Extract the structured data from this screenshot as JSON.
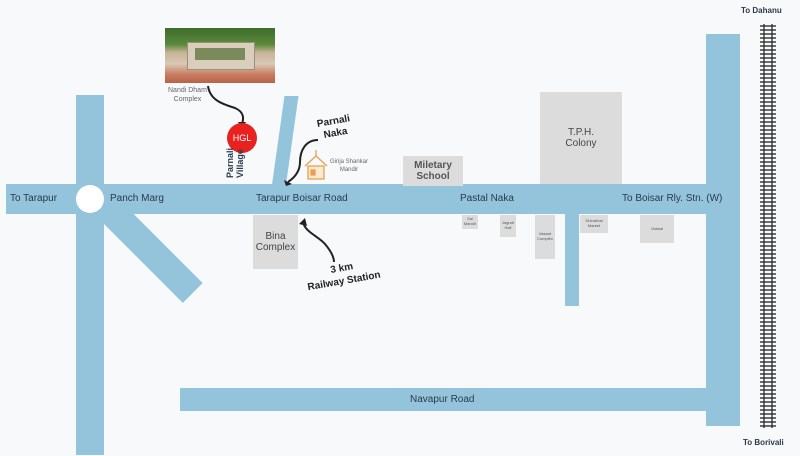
{
  "map": {
    "roads": {
      "main_road": "Tarapur Boisar Road",
      "navapur_road": "Navapur Road",
      "to_tarapur": "To Tarapur",
      "panch_marg": "Panch Marg",
      "to_boisar_station": "To Boisar Rly. Stn. (W)",
      "pastal_naka": "Pastal Naka"
    },
    "railway": {
      "to_north": "To Dahanu",
      "to_south": "To Borivali"
    },
    "project": {
      "marker_label": "HGL",
      "marker_color": "#e8221f",
      "village_line1": "Parnali",
      "village_line2": "Village"
    },
    "landmarks": {
      "nandi_dham": [
        "Nandi Dham",
        "Complex"
      ],
      "parnali_naka": [
        "Parnali",
        "Naka"
      ],
      "girija_shankar": [
        "Girija Shankar",
        "Mandir"
      ],
      "military_school": [
        "Miletary",
        "School"
      ],
      "tph_colony": [
        "T.P.H.",
        "Colony"
      ],
      "bina_complex": [
        "Bina",
        "Complex"
      ],
      "railway_station": [
        "3 km",
        "Railway Station"
      ],
      "small_1": [
        "Sai",
        "Mandir"
      ],
      "small_2": [
        "Jagruti",
        "Hall"
      ],
      "small_3": [
        "Vasant",
        "Complex"
      ],
      "small_4": [
        "Dhirubhai",
        "Market"
      ],
      "small_5": [
        "Ostwal"
      ]
    },
    "colors": {
      "road": "#93c4dc",
      "building": "#dcdcdc",
      "background": "#f7f9fb"
    }
  }
}
